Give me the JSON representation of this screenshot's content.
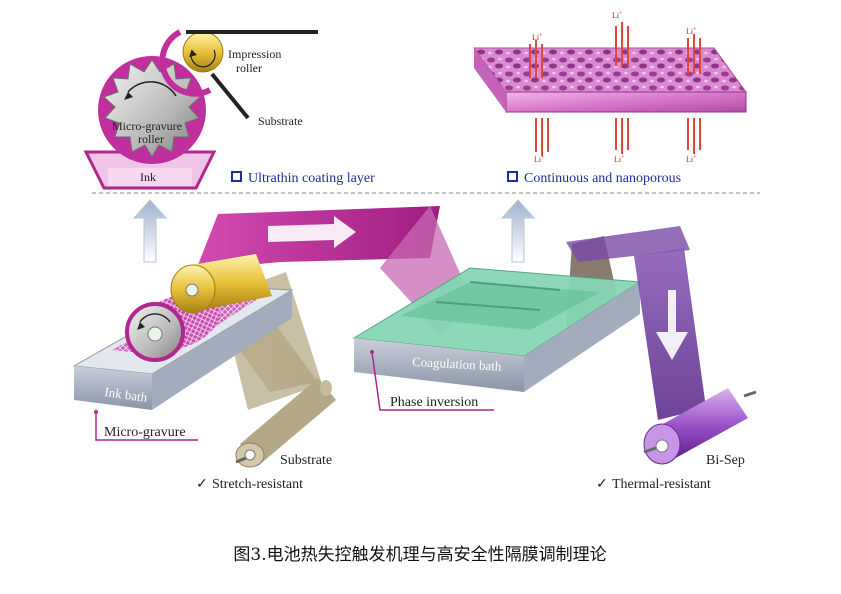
{
  "labels": {
    "impression_roller": [
      "Impression",
      "roller"
    ],
    "micro_gravure_roller": [
      "Micro-gravure",
      "roller"
    ],
    "substrate_top": "Substrate",
    "ink": "Ink",
    "ultrathin": "Ultrathin coating layer",
    "continuous": "Continuous and nanoporous",
    "li_ion": "Li",
    "li_sup": "+",
    "ink_bath": "Ink bath",
    "micro_gravure": "Micro-gravure",
    "coagulation_bath": "Coagulation bath",
    "phase_inversion": "Phase inversion",
    "substrate_bottom": "Substrate",
    "stretch_resistant": "Stretch-resistant",
    "bi_sep": "Bi-Sep",
    "thermal_resistant": "Thermal-resistant",
    "check": "✓"
  },
  "caption": "图3.电池热失控触发机理与高安全性隔膜调制理论",
  "colors": {
    "magenta": "#b2278e",
    "pink": "#e58ad6",
    "gold": "#e7c23a",
    "blue_text": "#1f2f9a",
    "bath_gray": "#9aa4b4",
    "coag_green": "#7fd3b2",
    "purple": "#7a4aa6",
    "arrow_red": "#e2453a"
  }
}
